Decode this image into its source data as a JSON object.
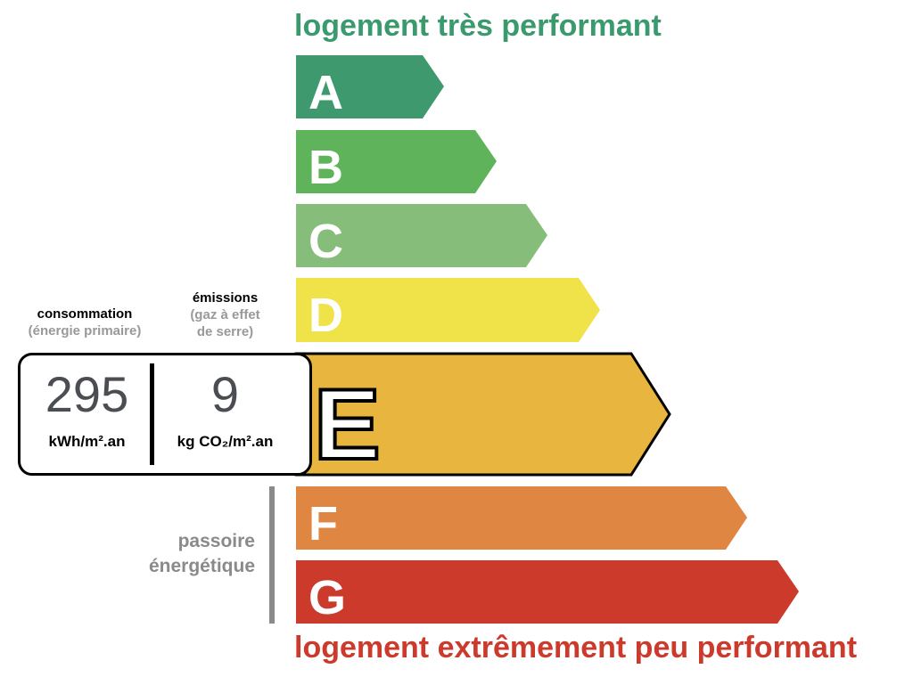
{
  "header": {
    "top_label": "logement très performant",
    "bottom_label": "logement extrêmement peu performant"
  },
  "classes": [
    {
      "letter": "A",
      "color": "#3e9a6e"
    },
    {
      "letter": "B",
      "color": "#5fb35a"
    },
    {
      "letter": "C",
      "color": "#87bd7b"
    },
    {
      "letter": "D",
      "color": "#f0e34a"
    },
    {
      "letter": "E",
      "color": "#e8b53e"
    },
    {
      "letter": "F",
      "color": "#e08643"
    },
    {
      "letter": "G",
      "color": "#cc3a2c"
    }
  ],
  "current_class": "E",
  "consumption": {
    "title": "consommation",
    "subtitle": "(énergie primaire)",
    "value": "295",
    "unit": "kWh/m².an"
  },
  "emissions": {
    "title": "émissions",
    "subtitle_1": "(gaz à effet",
    "subtitle_2": "de serre)",
    "value": "9",
    "unit": "kg CO₂/m².an"
  },
  "passoire": {
    "line1": "passoire",
    "line2": "énergétique"
  }
}
